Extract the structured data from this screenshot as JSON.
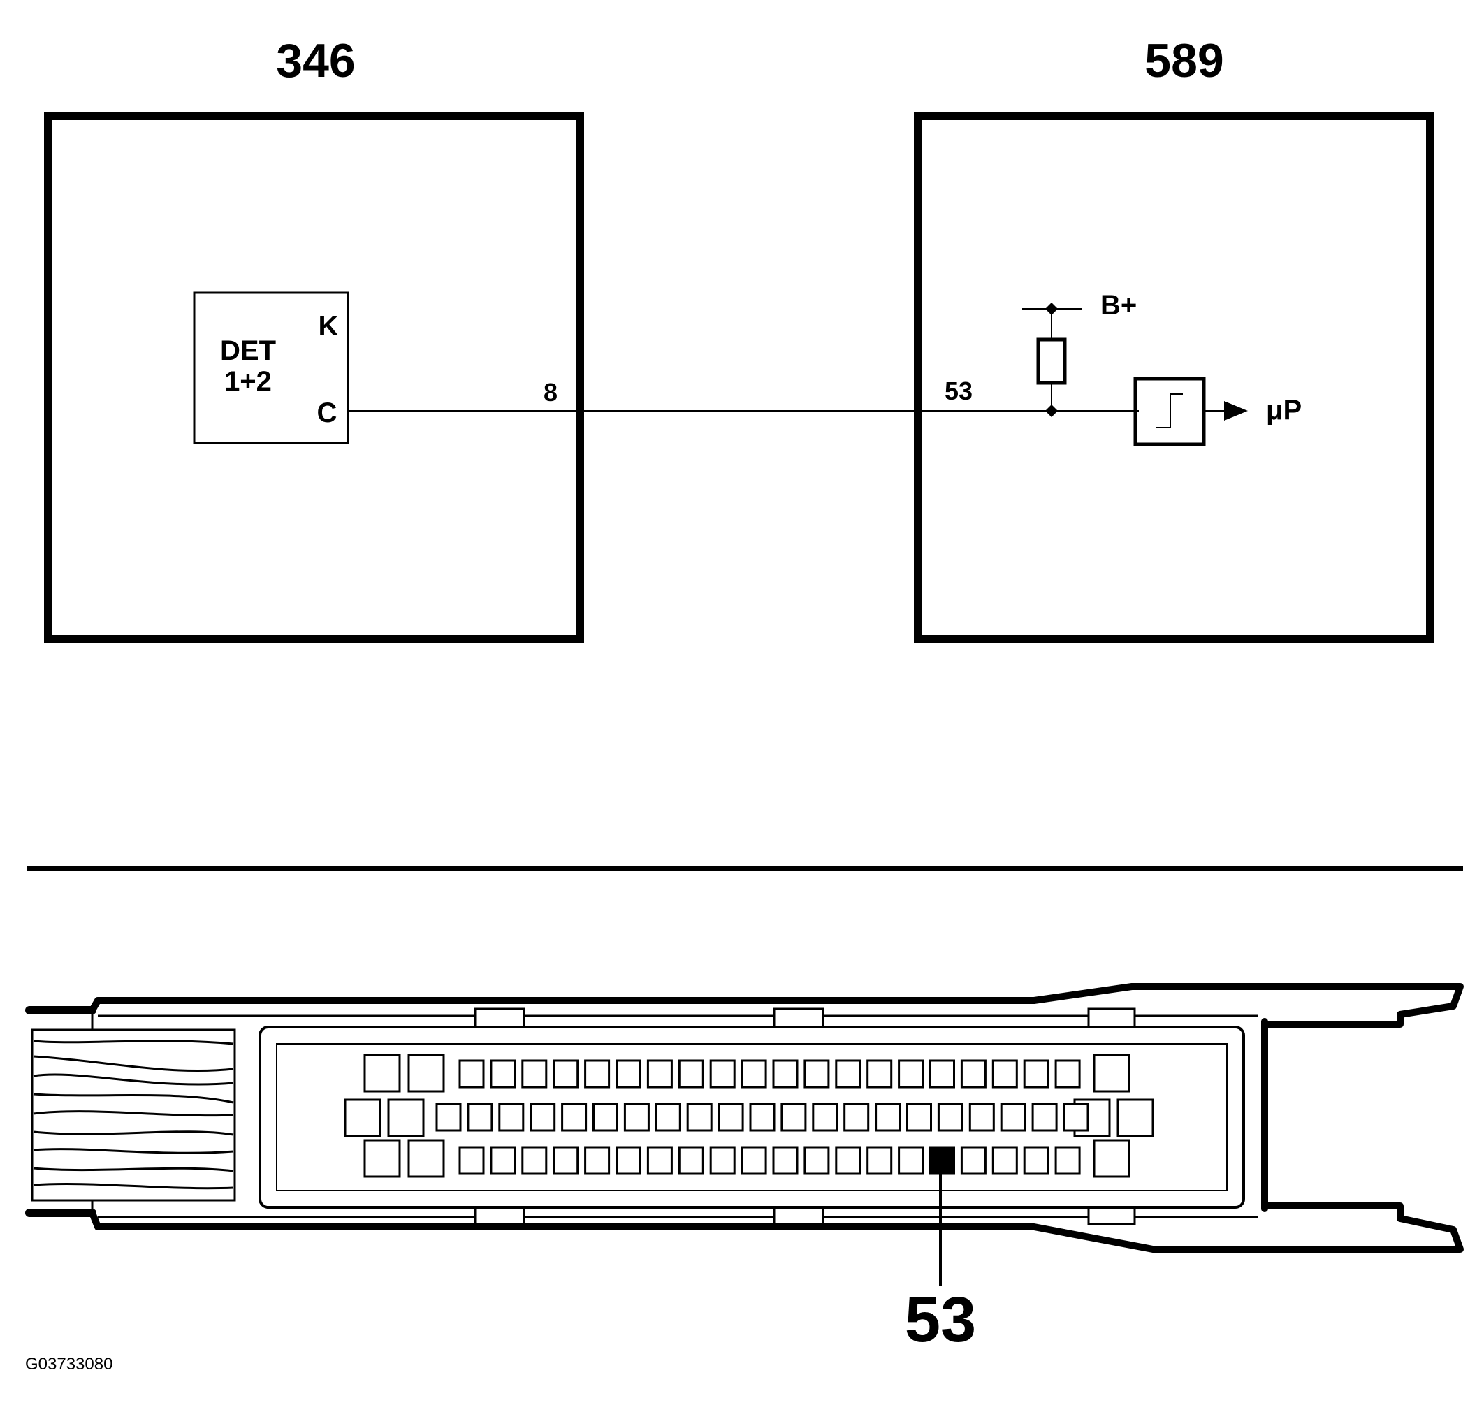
{
  "modules": [
    {
      "id": "346",
      "detector_label_1": "DET",
      "detector_label_2": "1+2",
      "terminal_k": "K",
      "terminal_c": "C",
      "pin": "8"
    },
    {
      "id": "589",
      "pin": "53",
      "supply": "B+",
      "output": "μP"
    }
  ],
  "connector": {
    "highlighted_pin": "53",
    "rows": [
      {
        "pins": 20
      },
      {
        "pins": 21
      },
      {
        "pins": 20
      }
    ]
  },
  "figure_ref": "G03733080"
}
